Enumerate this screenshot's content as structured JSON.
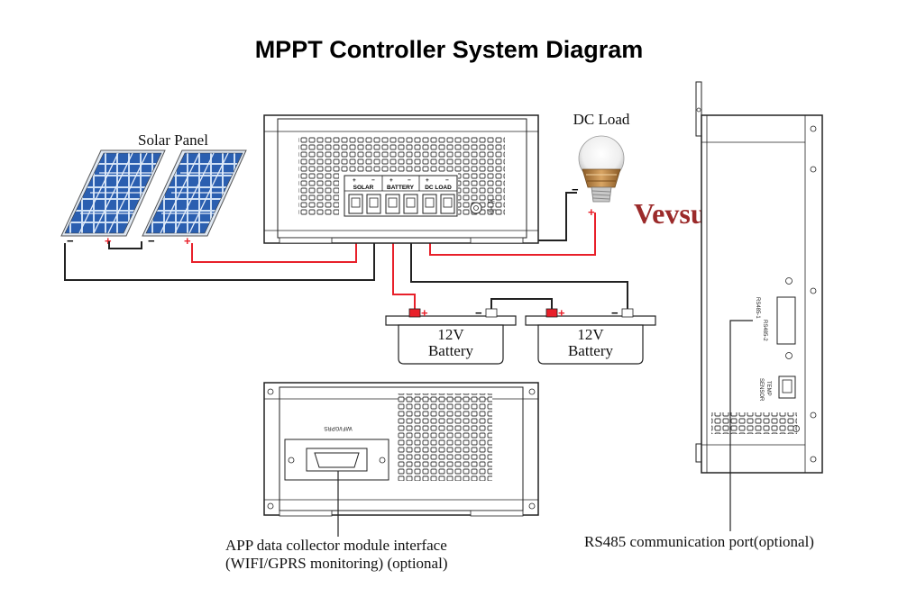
{
  "title": "MPPT Controller System Diagram",
  "labels": {
    "solar_panel": "Solar Panel",
    "dc_load": "DC Load",
    "battery1_line1": "12V",
    "battery1_line2": "Battery",
    "battery2_line1": "12V",
    "battery2_line2": "Battery",
    "brand": "Vevsun",
    "brand_mark": "®",
    "pe": "PE"
  },
  "terminal_labels": [
    "SOLAR",
    "BATTERY",
    "DC LOAD"
  ],
  "panel_labels": {
    "wifi": "WIFI/GPRS",
    "rs485_1": "RS485-1",
    "rs485_2": "RS485-2",
    "temp_1": "TEMP",
    "temp_2": "SENSOR"
  },
  "captions": {
    "app_line1": "APP data collector module interface",
    "app_line2": "(WIFI/GPRS monitoring) (optional)",
    "rs485": "RS485 communication port(optional)"
  },
  "polarity": {
    "plus": "+",
    "minus": "−"
  },
  "colors": {
    "positive_wire": "#e8202a",
    "negative_wire": "#222222",
    "panel_cell": "#2b5fb0",
    "brand": "#9b2a2a",
    "bulb": "#c28a45"
  }
}
